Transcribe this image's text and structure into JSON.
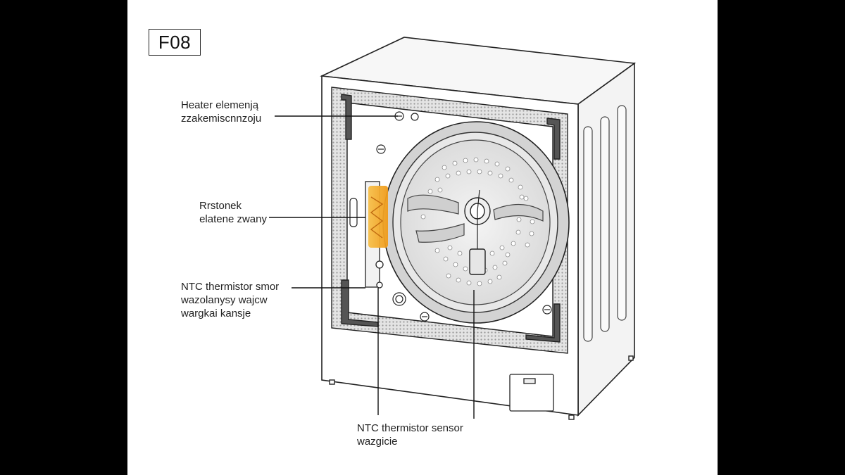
{
  "error_code": "F08",
  "labels": {
    "heater": {
      "line1": "Heater elemenją",
      "line2": "zzakemiscnnzoju"
    },
    "resistor": {
      "line1": "Rrstonek",
      "line2": "elatene zwany"
    },
    "ntc_side": {
      "line1": "NTC thermistor smor",
      "line2": "wazolanysy wajcw",
      "line3": "wargkai kansje"
    },
    "ntc_bottom": {
      "line1": "NTC thermistor sensor",
      "line2": "wazgicie"
    }
  },
  "colors": {
    "outline": "#222222",
    "heater_glow": "#f2a020",
    "drum_grey": "#d6d6d6",
    "insulation": "#bdbdbd"
  }
}
